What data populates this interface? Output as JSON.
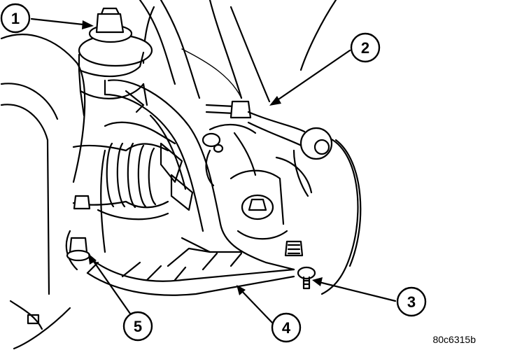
{
  "callouts": [
    {
      "id": 1,
      "label": "1"
    },
    {
      "id": 2,
      "label": "2"
    },
    {
      "id": 3,
      "label": "3"
    },
    {
      "id": 4,
      "label": "4"
    },
    {
      "id": 5,
      "label": "5"
    }
  ],
  "figure_id": "80c6315b"
}
